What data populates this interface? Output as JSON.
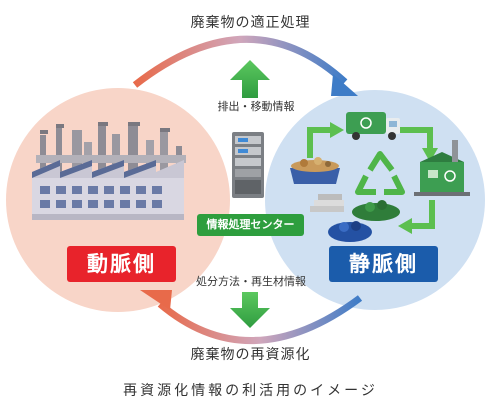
{
  "top_label": "廃棄物の適正処理",
  "bottom_label": "廃棄物の再資源化",
  "caption": "再資源化情報の利活用のイメージ",
  "up_arrow_label": "排出・移動情報",
  "down_arrow_label": "処分方法・再生材情報",
  "center_tag": "情報処理センター",
  "left_tag": "動脈側",
  "right_tag": "静脈側",
  "colors": {
    "artery": "#e8232b",
    "vein": "#1b5cab",
    "info_center": "#2e9e3e",
    "left_circle": "#f8d5c8",
    "right_circle": "#cfe0f2"
  }
}
